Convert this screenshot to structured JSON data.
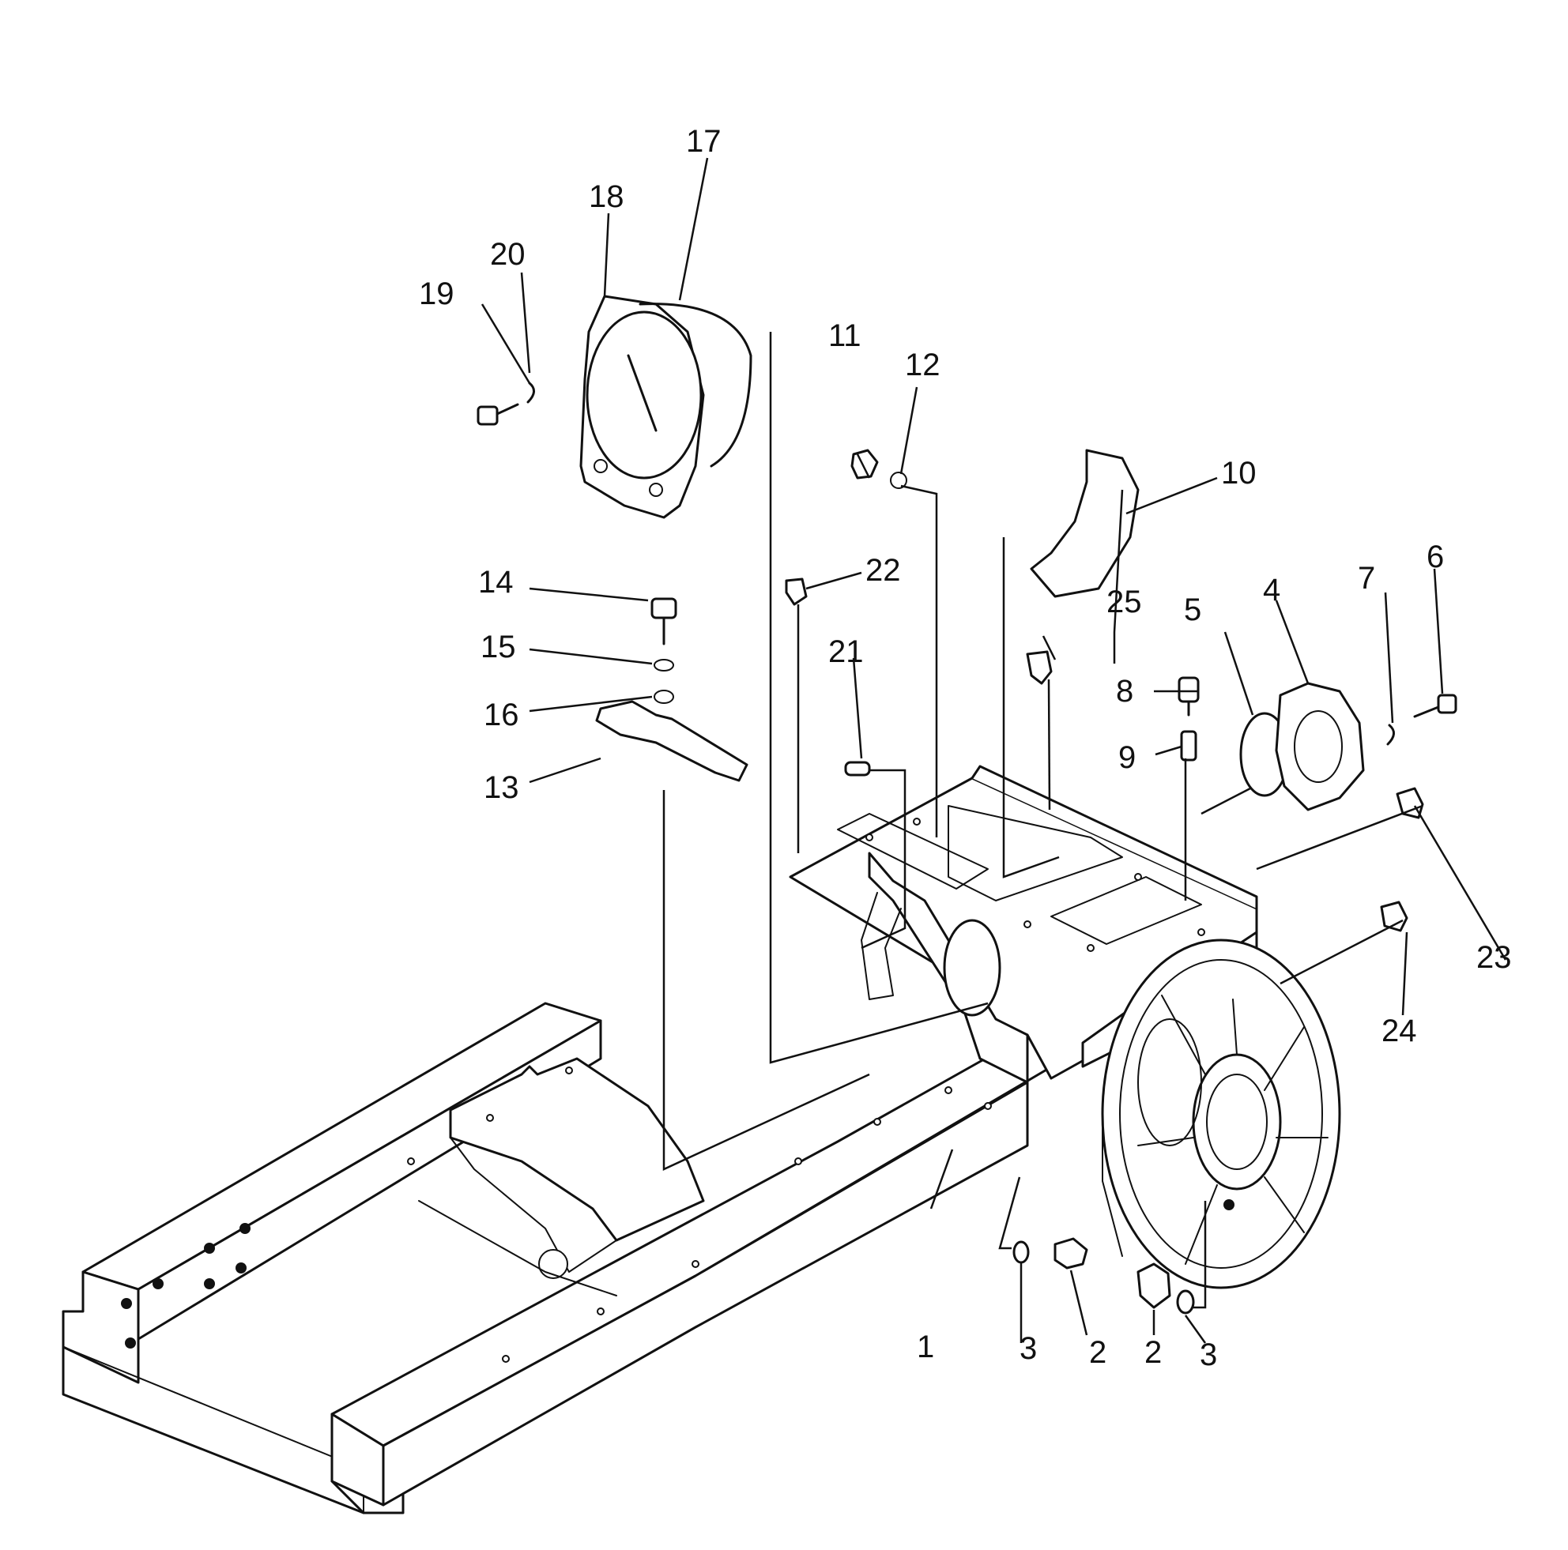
{
  "callouts": [
    {
      "id": "c1",
      "text": "1"
    },
    {
      "id": "c2a",
      "text": "2"
    },
    {
      "id": "c2b",
      "text": "2"
    },
    {
      "id": "c3a",
      "text": "3"
    },
    {
      "id": "c3b",
      "text": "3"
    },
    {
      "id": "c4",
      "text": "4"
    },
    {
      "id": "c5",
      "text": "5"
    },
    {
      "id": "c6",
      "text": "6"
    },
    {
      "id": "c7",
      "text": "7"
    },
    {
      "id": "c8",
      "text": "8"
    },
    {
      "id": "c9",
      "text": "9"
    },
    {
      "id": "c10",
      "text": "10"
    },
    {
      "id": "c11",
      "text": "11"
    },
    {
      "id": "c12",
      "text": "12"
    },
    {
      "id": "c13",
      "text": "13"
    },
    {
      "id": "c14",
      "text": "14"
    },
    {
      "id": "c15",
      "text": "15"
    },
    {
      "id": "c16",
      "text": "16"
    },
    {
      "id": "c17",
      "text": "17"
    },
    {
      "id": "c18",
      "text": "18"
    },
    {
      "id": "c19",
      "text": "19"
    },
    {
      "id": "c20",
      "text": "20"
    },
    {
      "id": "c21",
      "text": "21"
    },
    {
      "id": "c22",
      "text": "22"
    },
    {
      "id": "c23",
      "text": "23"
    },
    {
      "id": "c24",
      "text": "24"
    },
    {
      "id": "c25",
      "text": "25"
    }
  ]
}
